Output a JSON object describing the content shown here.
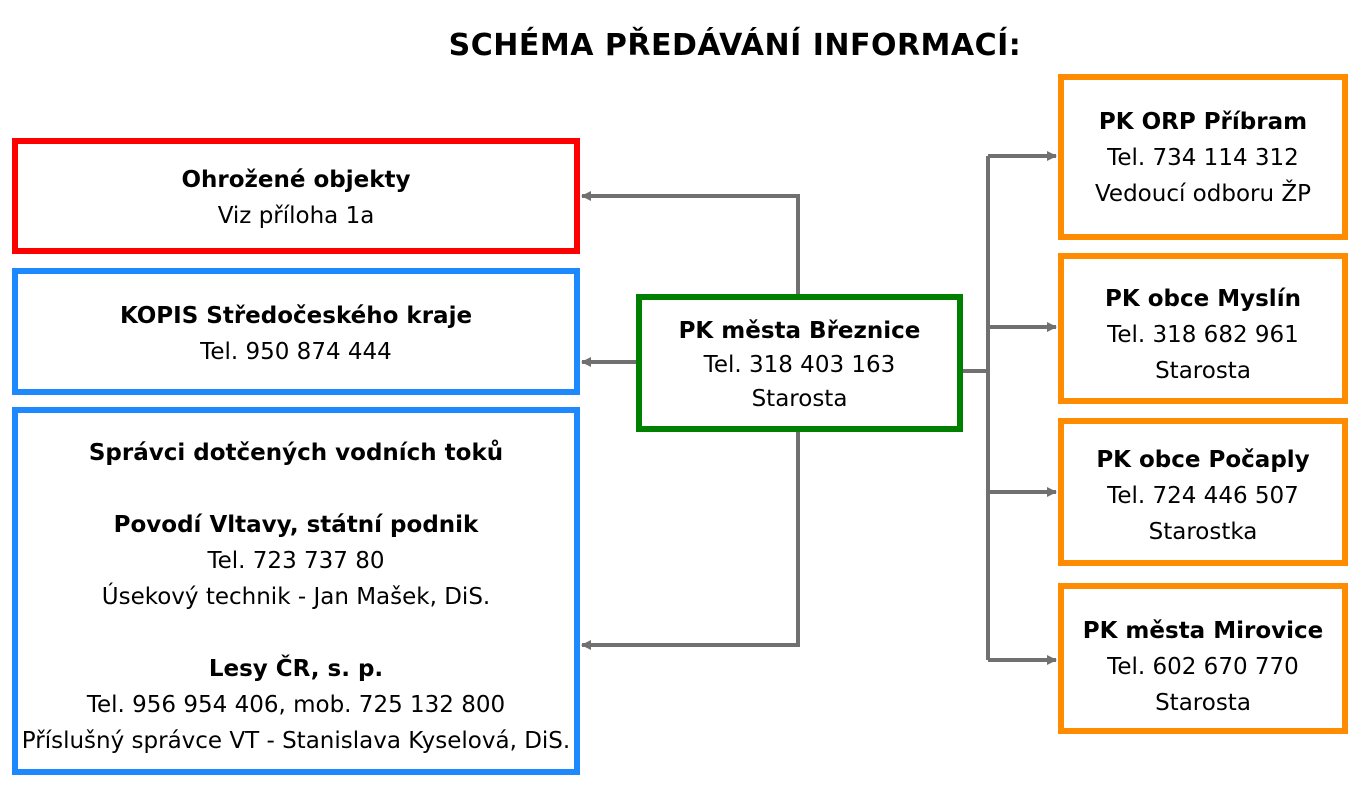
{
  "title": "SCHÉMA PŘEDÁVÁNÍ INFORMACÍ:",
  "colors": {
    "red": "#ff0000",
    "blue": "#1e88ff",
    "green": "#008000",
    "orange": "#ff8c00",
    "arrow": "#707070"
  },
  "center": {
    "name": "PK města Březnice",
    "tel": "Tel. 318 403 163",
    "role": "Starosta"
  },
  "left": {
    "threatened": {
      "name": "Ohrožené objekty",
      "note": "Viz příloha 1a"
    },
    "kopis": {
      "name": "KOPIS Středočeského kraje",
      "tel": "Tel. 950 874 444"
    },
    "water": {
      "heading": "Správci dotčených vodních toků",
      "povodi": {
        "name": "Povodí Vltavy, státní podnik",
        "tel": "Tel. 723 737 80",
        "person": "Úsekový technik - Jan Mašek, DiS."
      },
      "lesy": {
        "name": "Lesy ČR, s. p.",
        "tel": "Tel. 956 954 406, mob. 725 132 800",
        "person": "Příslušný správce VT - Stanislava Kyselová, DiS."
      }
    }
  },
  "right": [
    {
      "name": "PK ORP Příbram",
      "tel": "Tel. 734 114 312",
      "role": "Vedoucí odboru ŽP"
    },
    {
      "name": "PK obce Myslín",
      "tel": "Tel. 318 682 961",
      "role": "Starosta"
    },
    {
      "name": "PK obce Počaply",
      "tel": "Tel. 724 446 507",
      "role": "Starostka"
    },
    {
      "name": "PK města Mirovice",
      "tel": "Tel. 602 670 770",
      "role": "Starosta"
    }
  ]
}
